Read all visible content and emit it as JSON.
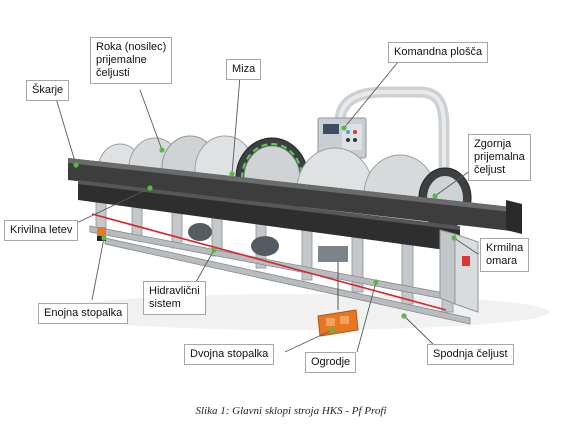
{
  "labels": {
    "skarje": "Škarje",
    "roka": [
      "Roka (nosilec)",
      "prijemalne",
      "čeljusti"
    ],
    "miza": "Miza",
    "komandna_plosca": "Komandna plošča",
    "zgornja_celjust": [
      "Zgornja",
      "prijemalna",
      "čeljust"
    ],
    "krivilna_letev": "Krivilna letev",
    "krmilna_omara": [
      "Krmilna",
      "omara"
    ],
    "hidravlicni_sistem": [
      "Hidravlični",
      "sistem"
    ],
    "enojna_stopalka": "Enojna stopalka",
    "dvojna_stopalka": "Dvojna stopalka",
    "ogrodje": "Ogrodje",
    "spodnja_celjust": "Spodnja čeljust"
  },
  "caption": "Slika 1: Glavni sklopi stroja HKS - Pf Profi",
  "colors": {
    "machine_body": "#3d3d3d",
    "frame_gray": "#bfc3c6",
    "drum_light": "#d7dadb",
    "accent_green": "#59b846",
    "pedal_orange": "#e87722",
    "laser_red": "#d9252b",
    "callout_line": "#5a5a5a"
  }
}
